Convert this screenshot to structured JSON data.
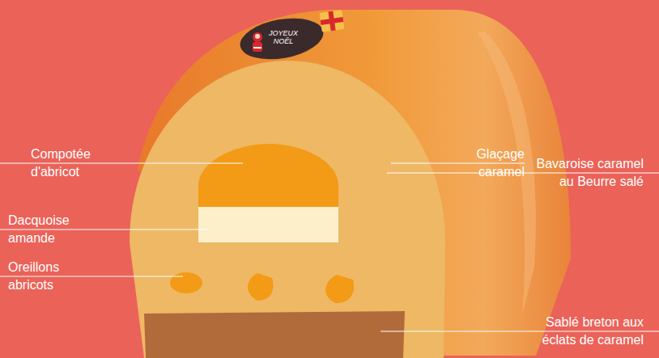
{
  "diagram": {
    "labels": [
      "JOYEUX NOËL",
      "Glaçage caramel",
      "Compotée d'abricot",
      "Bavaroise caramel au Beurre salé",
      "Dacquoise amande",
      "Oreillons abricots",
      "Sablé breton aux éclats de caramel"
    ]
  }
}
